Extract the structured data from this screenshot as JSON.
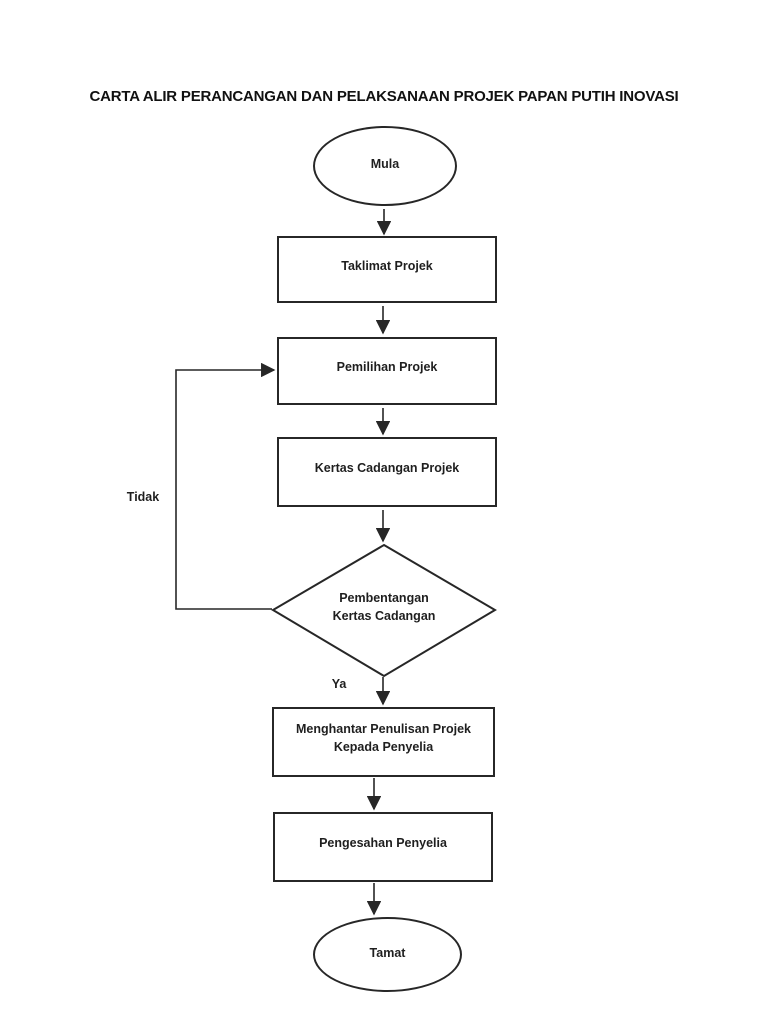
{
  "title": "CARTA ALIR PERANCANGAN DAN PELAKSANAAN PROJEK PAPAN PUTIH INOVASI",
  "nodes": {
    "mula": {
      "shape": "ellipse",
      "label": "Mula"
    },
    "taklimat": {
      "shape": "rect",
      "label": "Taklimat Projek"
    },
    "pemilihan": {
      "shape": "rect",
      "label": "Pemilihan Projek"
    },
    "kertas": {
      "shape": "rect",
      "label": "Kertas Cadangan Projek"
    },
    "pembentangan": {
      "shape": "diamond",
      "line1": "Pembentangan",
      "line2": "Kertas Cadangan"
    },
    "menghantar": {
      "shape": "rect",
      "line1": "Menghantar Penulisan Projek",
      "line2": "Kepada Penyelia"
    },
    "pengesahan": {
      "shape": "rect",
      "label": "Pengesahan Penyelia"
    },
    "tamat": {
      "shape": "ellipse",
      "label": "Tamat"
    }
  },
  "edge_labels": {
    "yes": "Ya",
    "no": "Tidak"
  },
  "colors": {
    "page_background": "#ffffff",
    "stroke": "#272727",
    "text": "#1f1f1f",
    "title_text": "#111111"
  }
}
